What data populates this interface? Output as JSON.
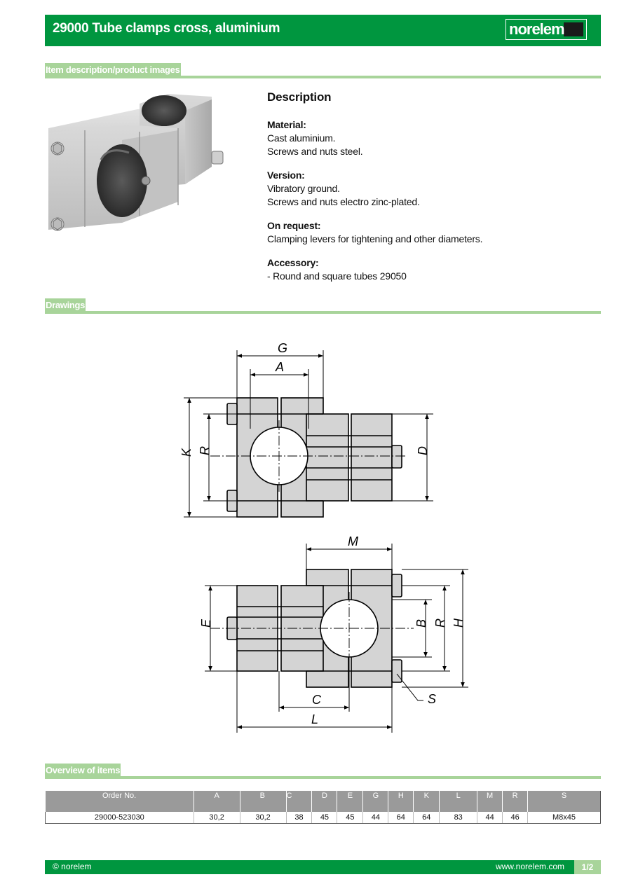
{
  "header": {
    "title": "29000 Tube clamps cross, aluminium",
    "logo_text": "norelem"
  },
  "sections": {
    "item_description": "Item description/product images",
    "drawings": "Drawings",
    "overview": "Overview of items"
  },
  "description": {
    "title": "Description",
    "material_label": "Material:",
    "material_line1": "Cast aluminium.",
    "material_line2": "Screws and nuts steel.",
    "version_label": "Version:",
    "version_line1": "Vibratory ground.",
    "version_line2": "Screws and nuts electro zinc-plated.",
    "on_request_label": "On request:",
    "on_request_line1": "Clamping levers for tightening and other diameters.",
    "accessory_label": "Accessory:",
    "accessory_line1": "- Round and square tubes 29050"
  },
  "drawing_labels": {
    "g": "G",
    "a": "A",
    "k": "K",
    "r": "R",
    "d": "D",
    "m": "M",
    "e": "E",
    "b": "B",
    "r2": "R",
    "h": "H",
    "s": "S",
    "c": "C",
    "l": "L"
  },
  "table": {
    "headers": [
      "Order No.",
      "A",
      "B",
      "C",
      "D",
      "E",
      "G",
      "H",
      "K",
      "L",
      "M",
      "R",
      "S"
    ],
    "rows": [
      [
        "29000-523030",
        "30,2",
        "30,2",
        "38",
        "45",
        "45",
        "44",
        "64",
        "64",
        "83",
        "44",
        "46",
        "M8x45"
      ]
    ]
  },
  "footer": {
    "copyright": "© norelem",
    "website": "www.norelem.com",
    "page": "1/2"
  },
  "colors": {
    "brand_green": "#00963f",
    "light_green": "#a8d49a",
    "table_header": "#9a9a9a"
  }
}
